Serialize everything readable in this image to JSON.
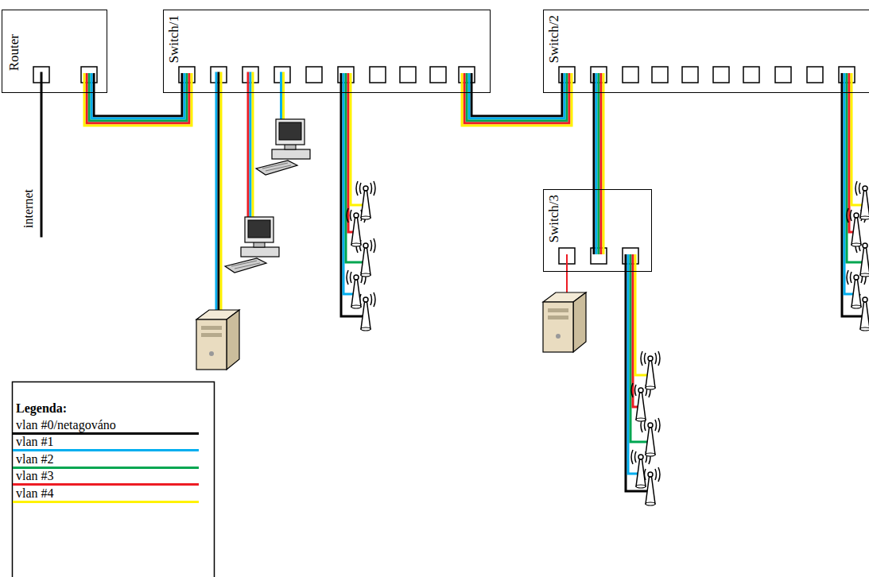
{
  "diagram": {
    "nodes": [
      {
        "text": [
          "Router"
        ]
      },
      {
        "text": [
          "Switch/1"
        ]
      },
      {
        "text": [
          "Switch/2"
        ]
      },
      {
        "text": [
          "Switch/3"
        ]
      }
    ],
    "edges": [
      {
        "from": 0,
        "to": 1,
        "arrow": "none"
      },
      {
        "from": 1,
        "to": 2,
        "arrow": "none"
      },
      {
        "from": 2,
        "to": 3,
        "arrow": "none"
      }
    ],
    "labels": [
      "internet",
      "Legenda:"
    ],
    "legend": [
      {
        "text": "vlan #0/netagováno"
      },
      {
        "text": "vlan #1"
      },
      {
        "text": "vlan #2"
      },
      {
        "text": "vlan #3"
      },
      {
        "text": "vlan #4"
      }
    ]
  }
}
